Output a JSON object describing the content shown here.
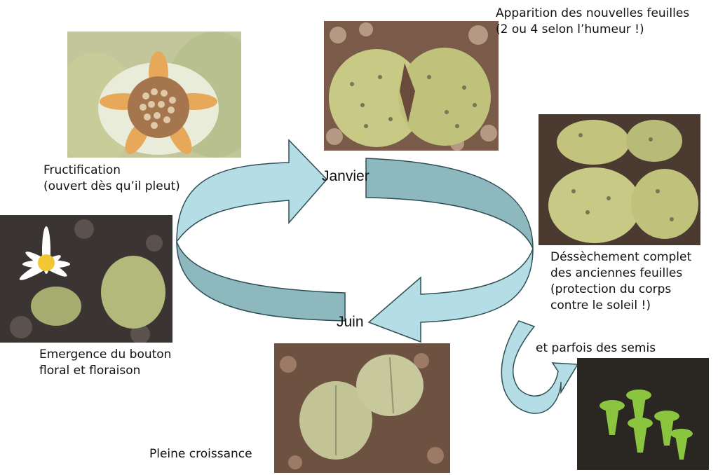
{
  "stages": {
    "apparition": {
      "line1": "Apparition des nouvelles feuilles",
      "line2": "(2 ou 4 selon l’humeur !)"
    },
    "fructification": {
      "line1": "Fructification",
      "line2": "(ouvert dès qu’il pleut)"
    },
    "dessechement": {
      "line1": "Déssèchement complet",
      "line2": "des anciennes feuilles",
      "line3": "(protection du corps",
      "line4": "contre le soleil !)"
    },
    "emergence": {
      "line1": "Emergence du bouton",
      "line2": "floral et floraison"
    },
    "semis": {
      "line1": "et parfois des semis"
    },
    "croissance": {
      "line1": "Pleine croissance"
    }
  },
  "months": {
    "top": "Janvier",
    "bottom": "Juin"
  },
  "colors": {
    "arrow_light": "#b5dde5",
    "arrow_dark": "#8cb8be",
    "arrow_stroke": "#2f4f55",
    "leaf": "#c8c984",
    "dots": "#6f7a52",
    "gravel": "#7a5a48"
  }
}
